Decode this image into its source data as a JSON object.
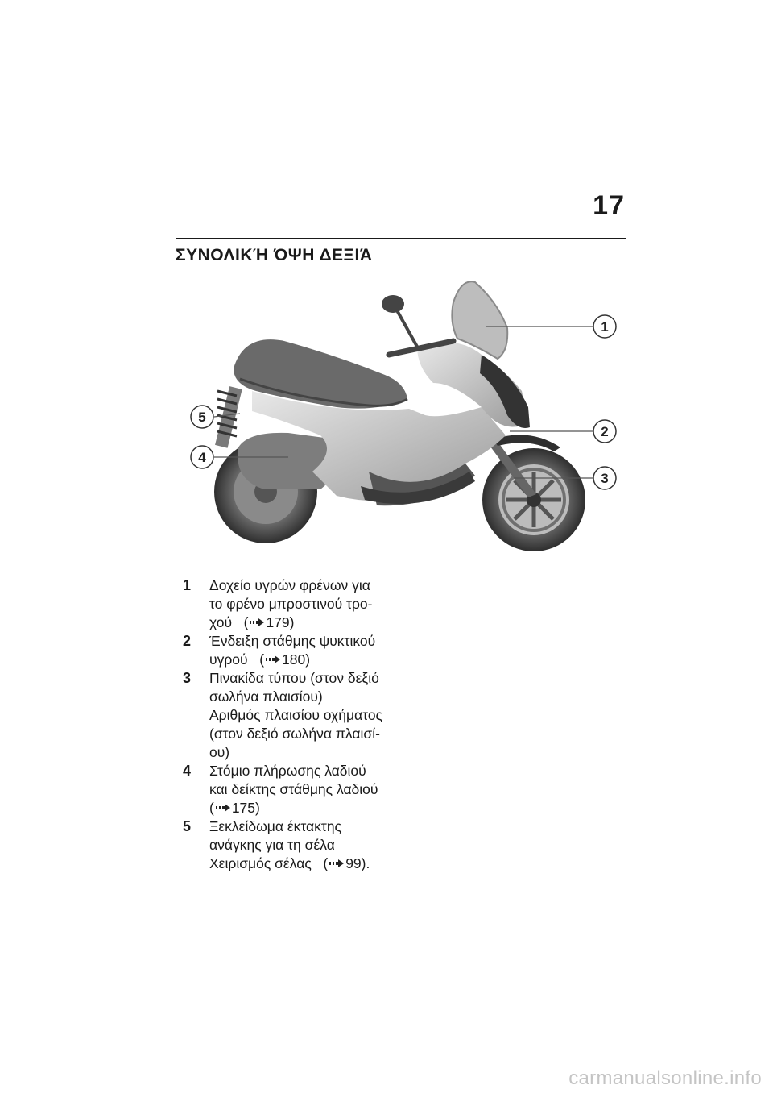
{
  "page": {
    "number": "17",
    "title": "ΣΥΝΟΛΙΚΉ ΌΨΗ ΔΕΞΙΆ"
  },
  "figure": {
    "callouts": [
      "1",
      "2",
      "3",
      "4",
      "5"
    ]
  },
  "legend": {
    "items": [
      {
        "num": "1",
        "lines": [
          "Δοχείο υγρών φρένων για",
          "το φρένο μπροστινού τρο-",
          "χού"
        ],
        "ref": "179)",
        "ref_open": "("
      },
      {
        "num": "2",
        "lines": [
          "Ένδειξη στάθμης ψυκτικού",
          "υγρού"
        ],
        "ref": "180)",
        "ref_open": "("
      },
      {
        "num": "3",
        "lines": [
          "Πινακίδα τύπου (στον δεξιό",
          "σωλήνα πλαισίου)",
          "Αριθμός πλαισίου οχήματος",
          "(στον δεξιό σωλήνα πλαισί-",
          "ου)"
        ]
      },
      {
        "num": "4",
        "lines": [
          "Στόμιο πλήρωσης λαδιού",
          "και δείκτης στάθμης λαδιού"
        ],
        "ref": "175)",
        "ref_open": "("
      },
      {
        "num": "5",
        "lines": [
          "Ξεκλείδωμα έκτακτης",
          "ανάγκης για τη σέλα",
          "Χειρισμός σέλας"
        ],
        "ref": "99).",
        "ref_open": "("
      }
    ]
  },
  "footer": {
    "watermark": "carmanualsonline.info"
  }
}
